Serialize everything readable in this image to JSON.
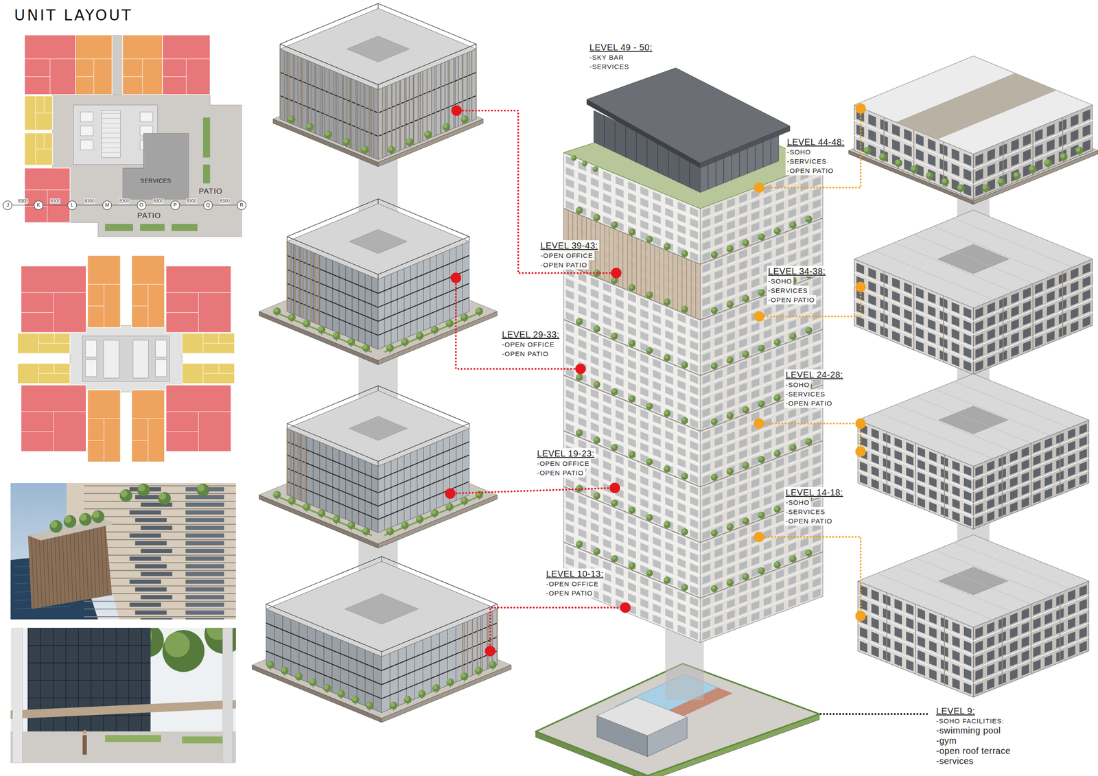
{
  "diagram": {
    "title": "UNIT LAYOUT",
    "nodes": [
      {
        "text": [
          "SERVICES"
        ]
      },
      {
        "text": [
          "J"
        ]
      },
      {
        "text": [
          "K"
        ]
      },
      {
        "text": [
          "L"
        ]
      },
      {
        "text": [
          "M"
        ]
      },
      {
        "text": [
          "O"
        ]
      },
      {
        "text": [
          "P"
        ]
      },
      {
        "text": [
          "Q"
        ]
      },
      {
        "text": [
          "R"
        ]
      }
    ],
    "labels": [
      "PATIO",
      "PATIO",
      "8300",
      "8300",
      "8300",
      "8300",
      "8300",
      "8300",
      "8300",
      "LEVEL 49 - 50:",
      "-SKY BAR",
      "-SERVICES",
      "LEVEL 44-48:",
      "-SOHO",
      "-SERVICES",
      "-OPEN PATIO",
      "LEVEL 39-43:",
      "-OPEN OFFICE",
      "-OPEN PATIO",
      "LEVEL 34-38:",
      "-SOHO",
      "-SERVICES",
      "-OPEN PATIO",
      "LEVEL 29-33:",
      "-OPEN OFFICE",
      "-OPEN PATIO",
      "LEVEL 24-28:",
      "-SOHO",
      "-SERVICES",
      "-OPEN PATIO",
      "LEVEL 19-23:",
      "-OPEN OFFICE",
      "-OPEN PATIO",
      "LEVEL 14-18:",
      "-SOHO",
      "-SERVICES",
      "-OPEN PATIO",
      "LEVEL 10-13:",
      "-OPEN OFFICE",
      "-OPEN PATIO",
      "LEVEL 9:",
      "-SOHO FACILITIES:",
      "-swimming pool",
      "-gym",
      "-open roof terrace",
      "-services"
    ]
  }
}
